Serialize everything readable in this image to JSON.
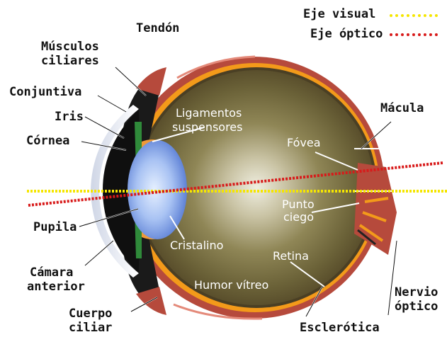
{
  "legend": {
    "visual_axis_label": "Eje visual",
    "optical_axis_label": "Eje óptico",
    "visual_axis_color": "#f5e600",
    "optical_axis_color": "#d81a1a"
  },
  "labels": {
    "tendon": "Tendón",
    "ciliary_muscles_line1": "Músculos",
    "ciliary_muscles_line2": "ciliares",
    "conjunctiva": "Conjuntiva",
    "iris": "Iris",
    "cornea": "Córnea",
    "pupil": "Pupila",
    "anterior_chamber_line1": "Cámara",
    "anterior_chamber_line2": "anterior",
    "ciliary_body_line1": "Cuerpo",
    "ciliary_body_line2": "ciliar",
    "macula": "Mácula",
    "optic_nerve_line1": "Nervio",
    "optic_nerve_line2": "óptico",
    "sclera": "Esclerótica"
  },
  "inner_labels": {
    "suspensory_ligaments_line1": "Ligamentos",
    "suspensory_ligaments_line2": "suspensores",
    "fovea": "Fóvea",
    "blind_spot_line1": "Punto",
    "blind_spot_line2": "ciego",
    "lens": "Cristalino",
    "retina": "Retina",
    "vitreous_humor": "Humor vítreo"
  },
  "colors": {
    "sclera": "#b64a3c",
    "choroid_orange": "#f39a1a",
    "vitreous_outer": "#6b6238",
    "vitreous_center": "#e8e7d6",
    "lens_light": "#d9e8ff",
    "lens_dark": "#6b8fdd",
    "iris_green": "#2f8a3a",
    "ligament_orange": "#ee9a3a",
    "cornea_dark": "#111111"
  }
}
